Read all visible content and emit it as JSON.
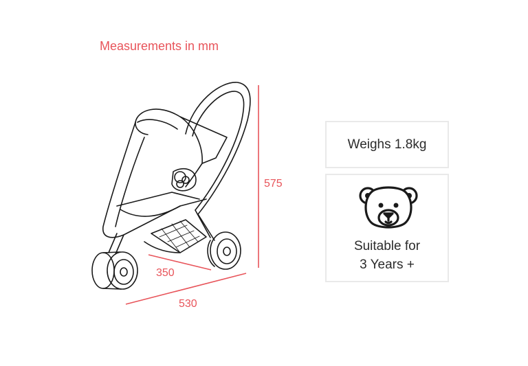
{
  "heading": "Measurements in mm",
  "dimensions": {
    "height": "575",
    "depth": "350",
    "length": "530"
  },
  "specs": {
    "weight": "Weighs 1.8kg",
    "age_line1": "Suitable for",
    "age_line2": "3 Years +"
  },
  "icons": {
    "product": "stroller-icon",
    "age": "teddy-bear-icon"
  },
  "colors": {
    "accent": "#e8545a",
    "outline": "#1a1a1a",
    "box_border": "#e9e9e9"
  }
}
